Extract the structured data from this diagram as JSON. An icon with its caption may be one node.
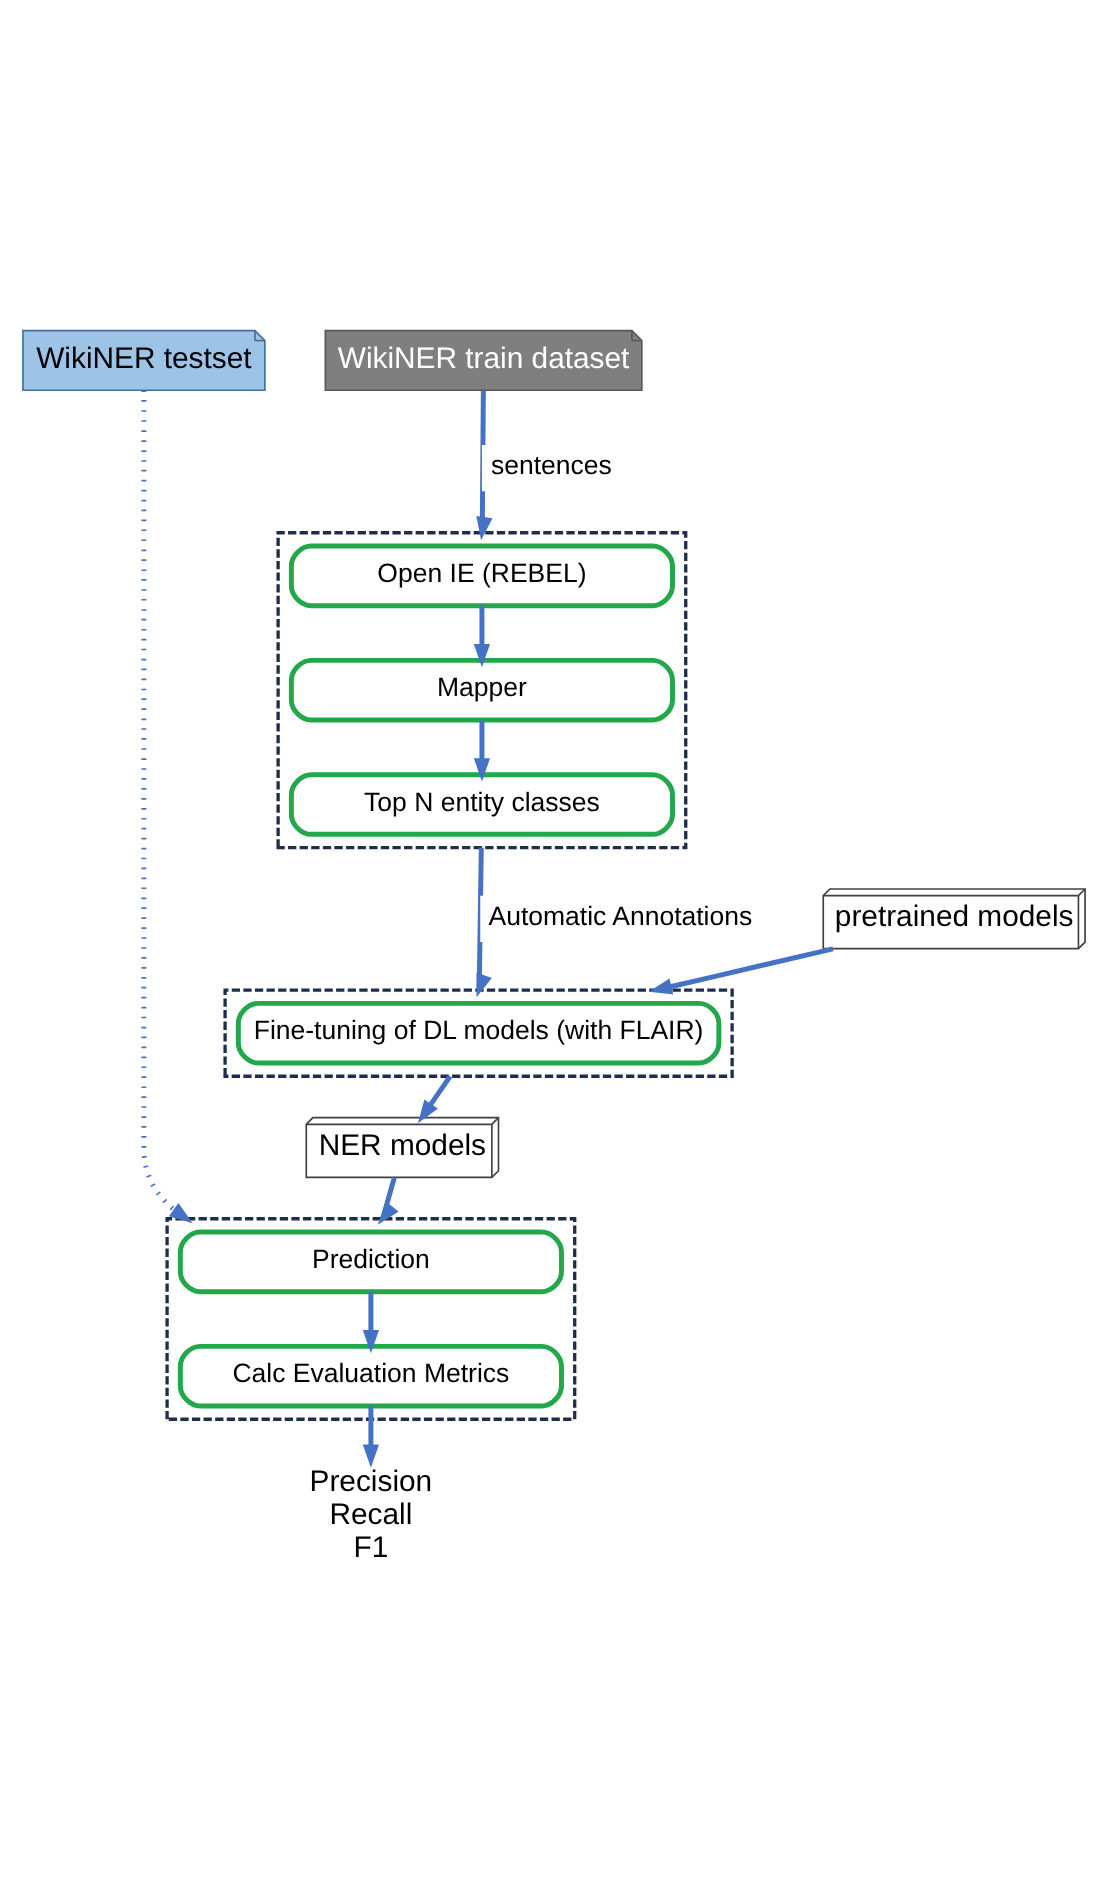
{
  "diagram": {
    "nodes": [
      {
        "text": [
          "WikiNER testset"
        ]
      },
      {
        "text": [
          "WikiNER train dataset"
        ]
      },
      {
        "text": [],
        "shape": "box"
      },
      {
        "text": [
          "Open IE (REBEL)"
        ],
        "in": 2
      },
      {
        "text": [
          "Mapper"
        ],
        "in": 2
      },
      {
        "text": [
          "Top N entity classes"
        ],
        "in": 2
      },
      {
        "text": [
          "pretrained models"
        ]
      },
      {
        "text": [],
        "shape": "box"
      },
      {
        "text": [
          "Fine-tuning of DL models (with FLAIR)"
        ],
        "in": 7
      },
      {
        "text": [
          "NER models"
        ]
      },
      {
        "text": [],
        "shape": "box"
      },
      {
        "text": [
          "Prediction"
        ],
        "in": 10
      },
      {
        "text": [
          "Calc Evaluation Metrics"
        ],
        "in": 10
      },
      {
        "text": [
          "Precision",
          "Recall",
          "F1"
        ]
      }
    ],
    "edges": [
      {
        "from": 1,
        "to": 2,
        "arrow": "to",
        "label": "sentences"
      },
      {
        "from": 3,
        "to": 4,
        "arrow": "to"
      },
      {
        "from": 4,
        "to": 5,
        "arrow": "to"
      },
      {
        "from": 2,
        "to": 7,
        "arrow": "to",
        "label": "Automatic Annotations"
      },
      {
        "from": 6,
        "to": 7,
        "arrow": "to"
      },
      {
        "from": 7,
        "to": 9,
        "arrow": "to"
      },
      {
        "from": 0,
        "to": 10,
        "arrow": "to",
        "style": "dashed"
      },
      {
        "from": 9,
        "to": 10,
        "arrow": "to"
      },
      {
        "from": 11,
        "to": 12,
        "arrow": "to"
      },
      {
        "from": 12,
        "to": 13,
        "arrow": "to"
      }
    ]
  }
}
